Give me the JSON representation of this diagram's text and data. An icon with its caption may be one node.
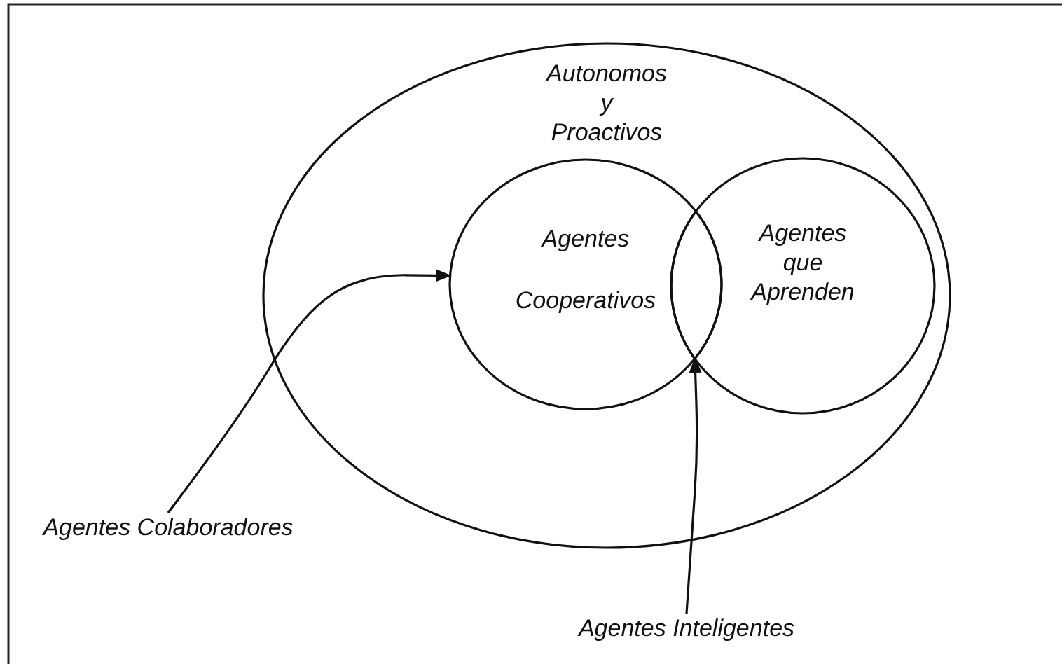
{
  "diagram": {
    "nodes": [
      {
        "text": [
          "Autonomos y Proactivos"
        ]
      },
      {
        "text": [
          "Agentes Cooperativos"
        ],
        "in": 0
      },
      {
        "text": [
          "Agentes que Aprenden"
        ],
        "in": 0
      },
      {
        "text": [],
        "shape": "lens"
      },
      {
        "text": [
          "Agentes Colaboradores"
        ]
      },
      {
        "text": [
          "Agentes Inteligentes"
        ]
      }
    ],
    "edges": [
      {
        "from": 4,
        "to": 1,
        "arrow": "to"
      },
      {
        "from": 5,
        "to": 3,
        "arrow": "to"
      }
    ]
  }
}
